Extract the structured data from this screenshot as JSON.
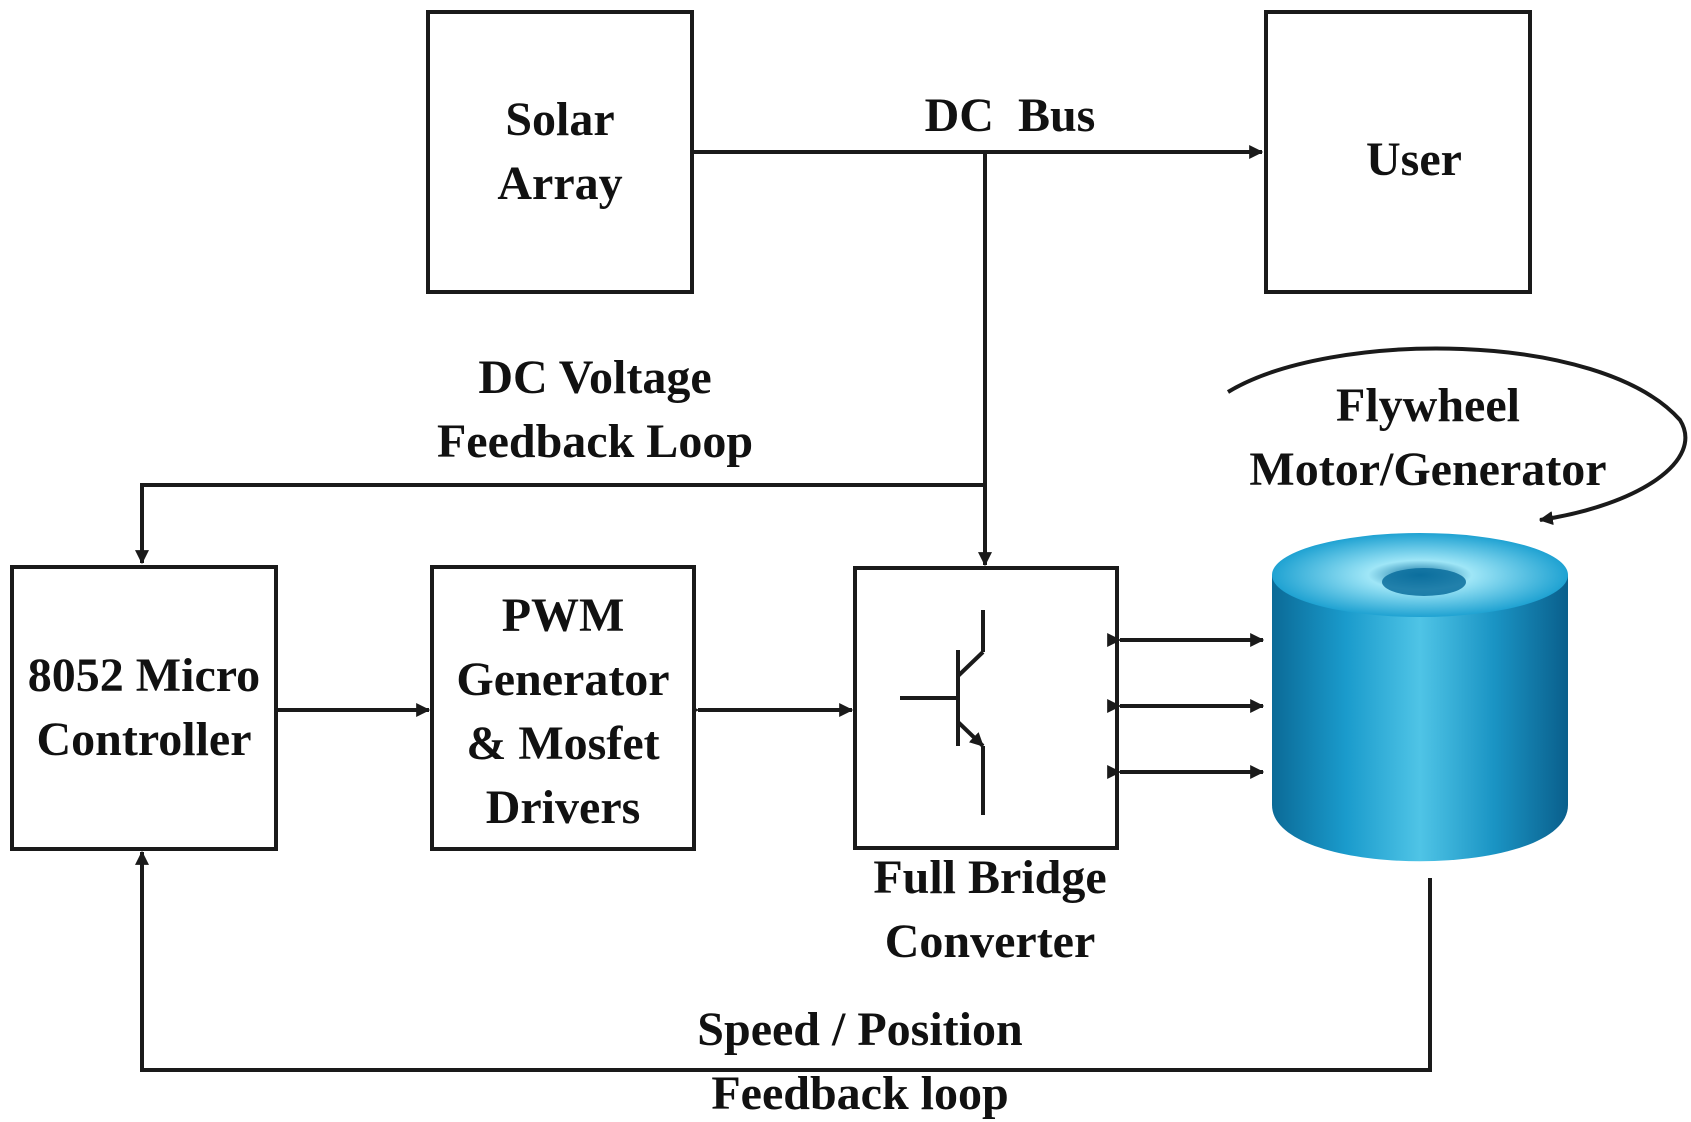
{
  "blocks": {
    "solar_array": {
      "line1": "Solar",
      "line2": "Array"
    },
    "user": {
      "label": "User"
    },
    "micro_controller": {
      "line1": "8052 Micro",
      "line2": "Controller"
    },
    "pwm": {
      "line1": "PWM",
      "line2": "Generator",
      "line3": "& Mosfet",
      "line4": "Drivers"
    },
    "full_bridge": {
      "line1": "Full Bridge",
      "line2": "Converter"
    },
    "flywheel": {
      "line1": "Flywheel",
      "line2": "Motor/Generator"
    }
  },
  "labels": {
    "dc_bus": "DC  Bus",
    "dc_voltage_feedback": {
      "line1": "DC Voltage",
      "line2": "Feedback Loop"
    },
    "speed_feedback": {
      "line1": "Speed / Position",
      "line2": "Feedback loop"
    }
  },
  "colors": {
    "line": "#1a1a1a",
    "flywheel_light": "#7fdcf2",
    "flywheel_mid": "#1d9ccc",
    "flywheel_dark": "#0a5f8c"
  },
  "icons": {
    "transistor": "igbt-transistor-icon",
    "flywheel": "flywheel-cylinder-icon"
  }
}
